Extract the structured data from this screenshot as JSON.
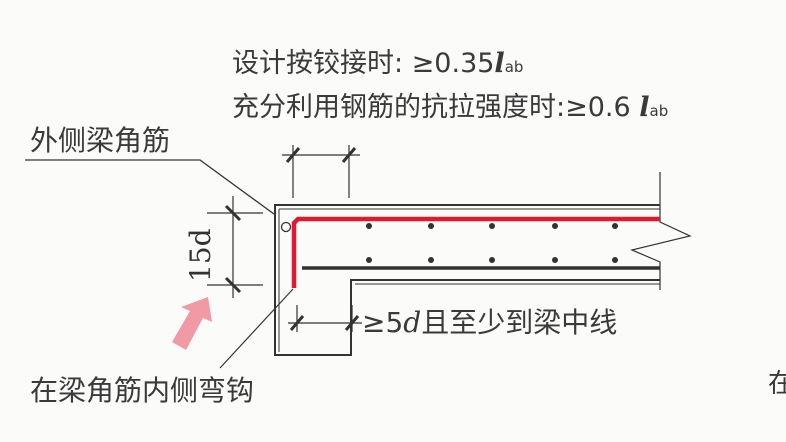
{
  "annotations": {
    "hinged_label": "设计按铰接时: ≥0.35",
    "full_strength_label": "充分利用钢筋的抗拉强度时:≥0.6 ",
    "l_symbol": "l",
    "ab_subscript": "ab",
    "outer_corner_bar_label": "外侧梁角筋",
    "inner_hook_label": "在梁角筋内侧弯钩",
    "vertical_dimension_label": "15d",
    "bottom_dimension_prefix": "≥5",
    "bottom_dimension_d": "d",
    "bottom_dimension_suffix": "且至少到梁中线",
    "cut_off_text": "在"
  },
  "colors": {
    "highlight_rebar": "#e0192e",
    "arrow": "#f19aa5",
    "line": "#333333"
  }
}
